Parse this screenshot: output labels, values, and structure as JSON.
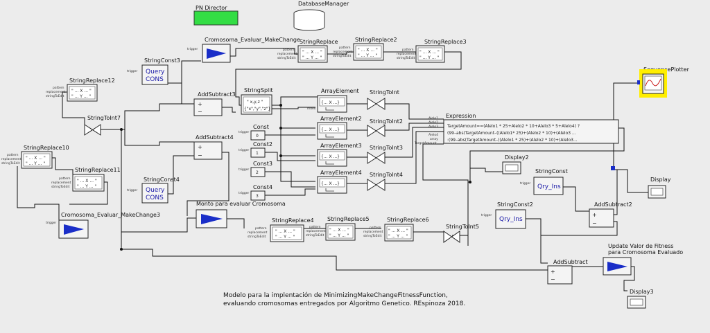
{
  "director": {
    "label": "PN Director",
    "color": "#33dd44"
  },
  "database": {
    "label": "DatabaseManager"
  },
  "ports": {
    "pattern": "pattern",
    "replacement": "replacement",
    "stringToEdit": "stringToEdit",
    "trigger": "trigger",
    "index": "index",
    "array": "array",
    "TargetAmount": "TargetAmount",
    "alelo1": "Alelo1",
    "alelo2": "Alelo2",
    "alelo3": "Alelo3",
    "alelo4": "Alelo4",
    "plus": "+",
    "minus": "−"
  },
  "inner": {
    "replace": "\" ... X ... \"",
    "replace2": "\" ... Y ... \"",
    "arrayel": "{... X ...}",
    "ins": "Qry_Ins",
    "cons": "Query CONS",
    "cons1": "Query",
    "cons2": "CONS",
    "split1": "\" x,y,z \"",
    "split2": "{\"x\",\"y\",\"z\"}"
  },
  "actors": {
    "cem": "Cromosoma_Evaluar_MakeChange",
    "sr": "StringReplace",
    "sr2": "StringReplace2",
    "sr3": "StringReplace3",
    "sc3": "StringConst3",
    "sr12": "StringReplace12",
    "as3": "AddSubtract3",
    "split": "StringSplit",
    "ae": "ArrayElement",
    "sti": "StringToInt",
    "expr": "Expression",
    "sti7": "StringToInt7",
    "ae2": "ArrayElement2",
    "sti2": "StringToInt2",
    "c": "Const",
    "c2": "Const2",
    "c3": "Const3",
    "c4": "Const4",
    "ae3": "ArrayElement3",
    "sti3": "StringToInt3",
    "ae4": "ArrayElement4",
    "sti4": "StringToInt4",
    "as4": "AddSubtract4",
    "sr10": "StringReplace10",
    "sr11": "StringReplace11",
    "sc4": "StringConst4",
    "disp2": "Display2",
    "strc": "StringConst",
    "disp": "Display",
    "seq": "SequencePlotter",
    "as2": "AddSubtract2",
    "monto": "Monto para evaluar Cromosoma",
    "cem3": "Cromosoma_Evaluar_MakeChange3",
    "sr4": "StringReplace4",
    "sr5": "StringReplace5",
    "sr6": "StringReplace6",
    "sc2": "StringConst2",
    "sti5": "StringToInt5",
    "asub": "AddSubtract",
    "upd1": "Update Valor de Fitness",
    "upd2": "para Cromosoma Evaluado",
    "disp3": "Display3"
  },
  "consts": [
    "0",
    "1",
    "2",
    "3"
  ],
  "expression": [
    "TargetAmount==(Alelo1 * 25+Alelo2 * 10+Alelo3 * 5+Alelo4) ?",
    "(99–abs(TargetAmount–((Alelo1* 25)+(Alelo2 * 10)+(Alelo3 ...",
    ":(99–abs(TargetAmount–((Alelo1 * 25)+(Alelo2 * 10)+(Alelo3..."
  ],
  "note": [
    "Modelo para la implentación de MinimizingMakeChangeFitnessFunction,",
    "evaluando cromosomas entregados por Algoritmo Genetico. REspinoza 2018."
  ]
}
